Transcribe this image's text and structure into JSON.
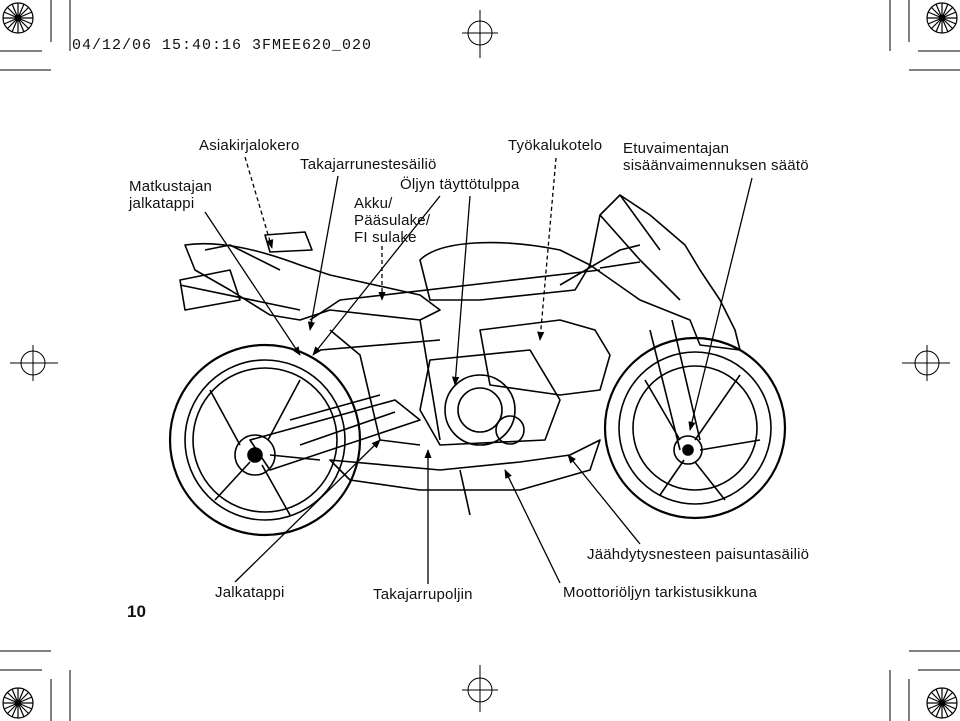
{
  "header": {
    "print_stamp": "04/12/06 15:40:16 3FMEE620_020"
  },
  "page_number": "10",
  "callouts": {
    "passenger_footpeg": "Matkustajan\njalkatappi",
    "document_compartment": "Asiakirjalokero",
    "rear_brake_reservoir": "Takajarrunestesäiliö",
    "oil_filler_cap": "Öljyn täyttötulppa",
    "battery_fuses": "Akku/\nPääsulake/\nFI sulake",
    "tool_compartment": "Työkalukotelo",
    "front_damping_adjuster": "Etuvaimentajan\nsisäänvaimennuksen säätö",
    "coolant_reservoir": "Jäähdytysnesteen paisuntasäiliö",
    "footpeg": "Jalkatappi",
    "rear_brake_pedal": "Takajarrupoljin",
    "oil_inspection_window": "Moottoriöljyn tarkistusikkuna"
  }
}
